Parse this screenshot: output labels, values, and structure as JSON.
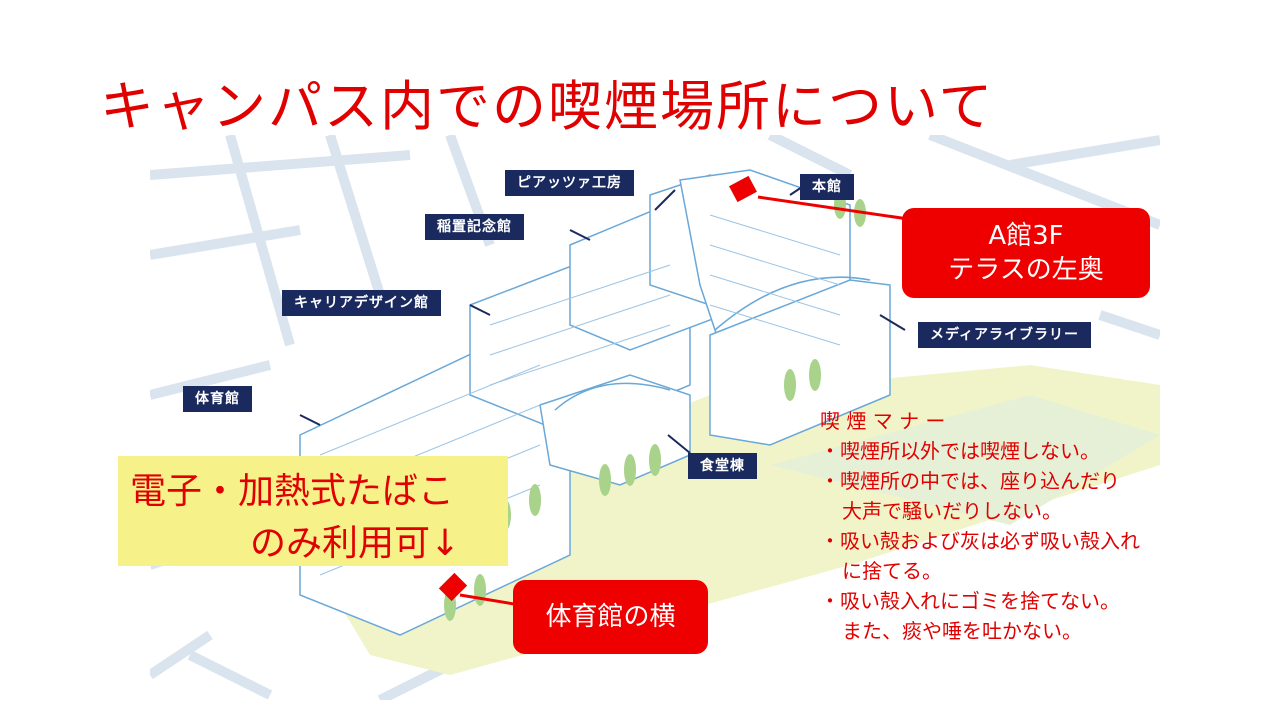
{
  "title": "キャンパス内での喫煙場所について",
  "map": {
    "labels": {
      "piazza": "ピアッツァ工房",
      "honkan": "本館",
      "inaoki": "稲置記念館",
      "career": "キャリアデザイン館",
      "media": "メディアライブラリー",
      "gym": "体育館",
      "cafeteria": "食堂棟"
    },
    "colors": {
      "label_bg": "#1a2a5e",
      "building_stroke": "#6aa8d8",
      "grass": "#f0f4c8",
      "callout": "#ee0000"
    }
  },
  "callouts": {
    "a_building_line1": "A館3F",
    "a_building_line2": "テラスの左奥",
    "gym_side": "体育館の横"
  },
  "notice": {
    "line1": "電子・加熱式たばこ",
    "line2": "のみ利用可↓"
  },
  "manners": {
    "heading": "喫 煙 マ ナ ー",
    "items": [
      "・喫煙所以外では喫煙しない。",
      "・喫煙所の中では、座り込んだり",
      "大声で騒いだりしない。",
      "・吸い殻および灰は必ず吸い殻入れ",
      "に捨てる。",
      "・吸い殻入れにゴミを捨てない。",
      "また、痰や唾を吐かない。"
    ]
  }
}
